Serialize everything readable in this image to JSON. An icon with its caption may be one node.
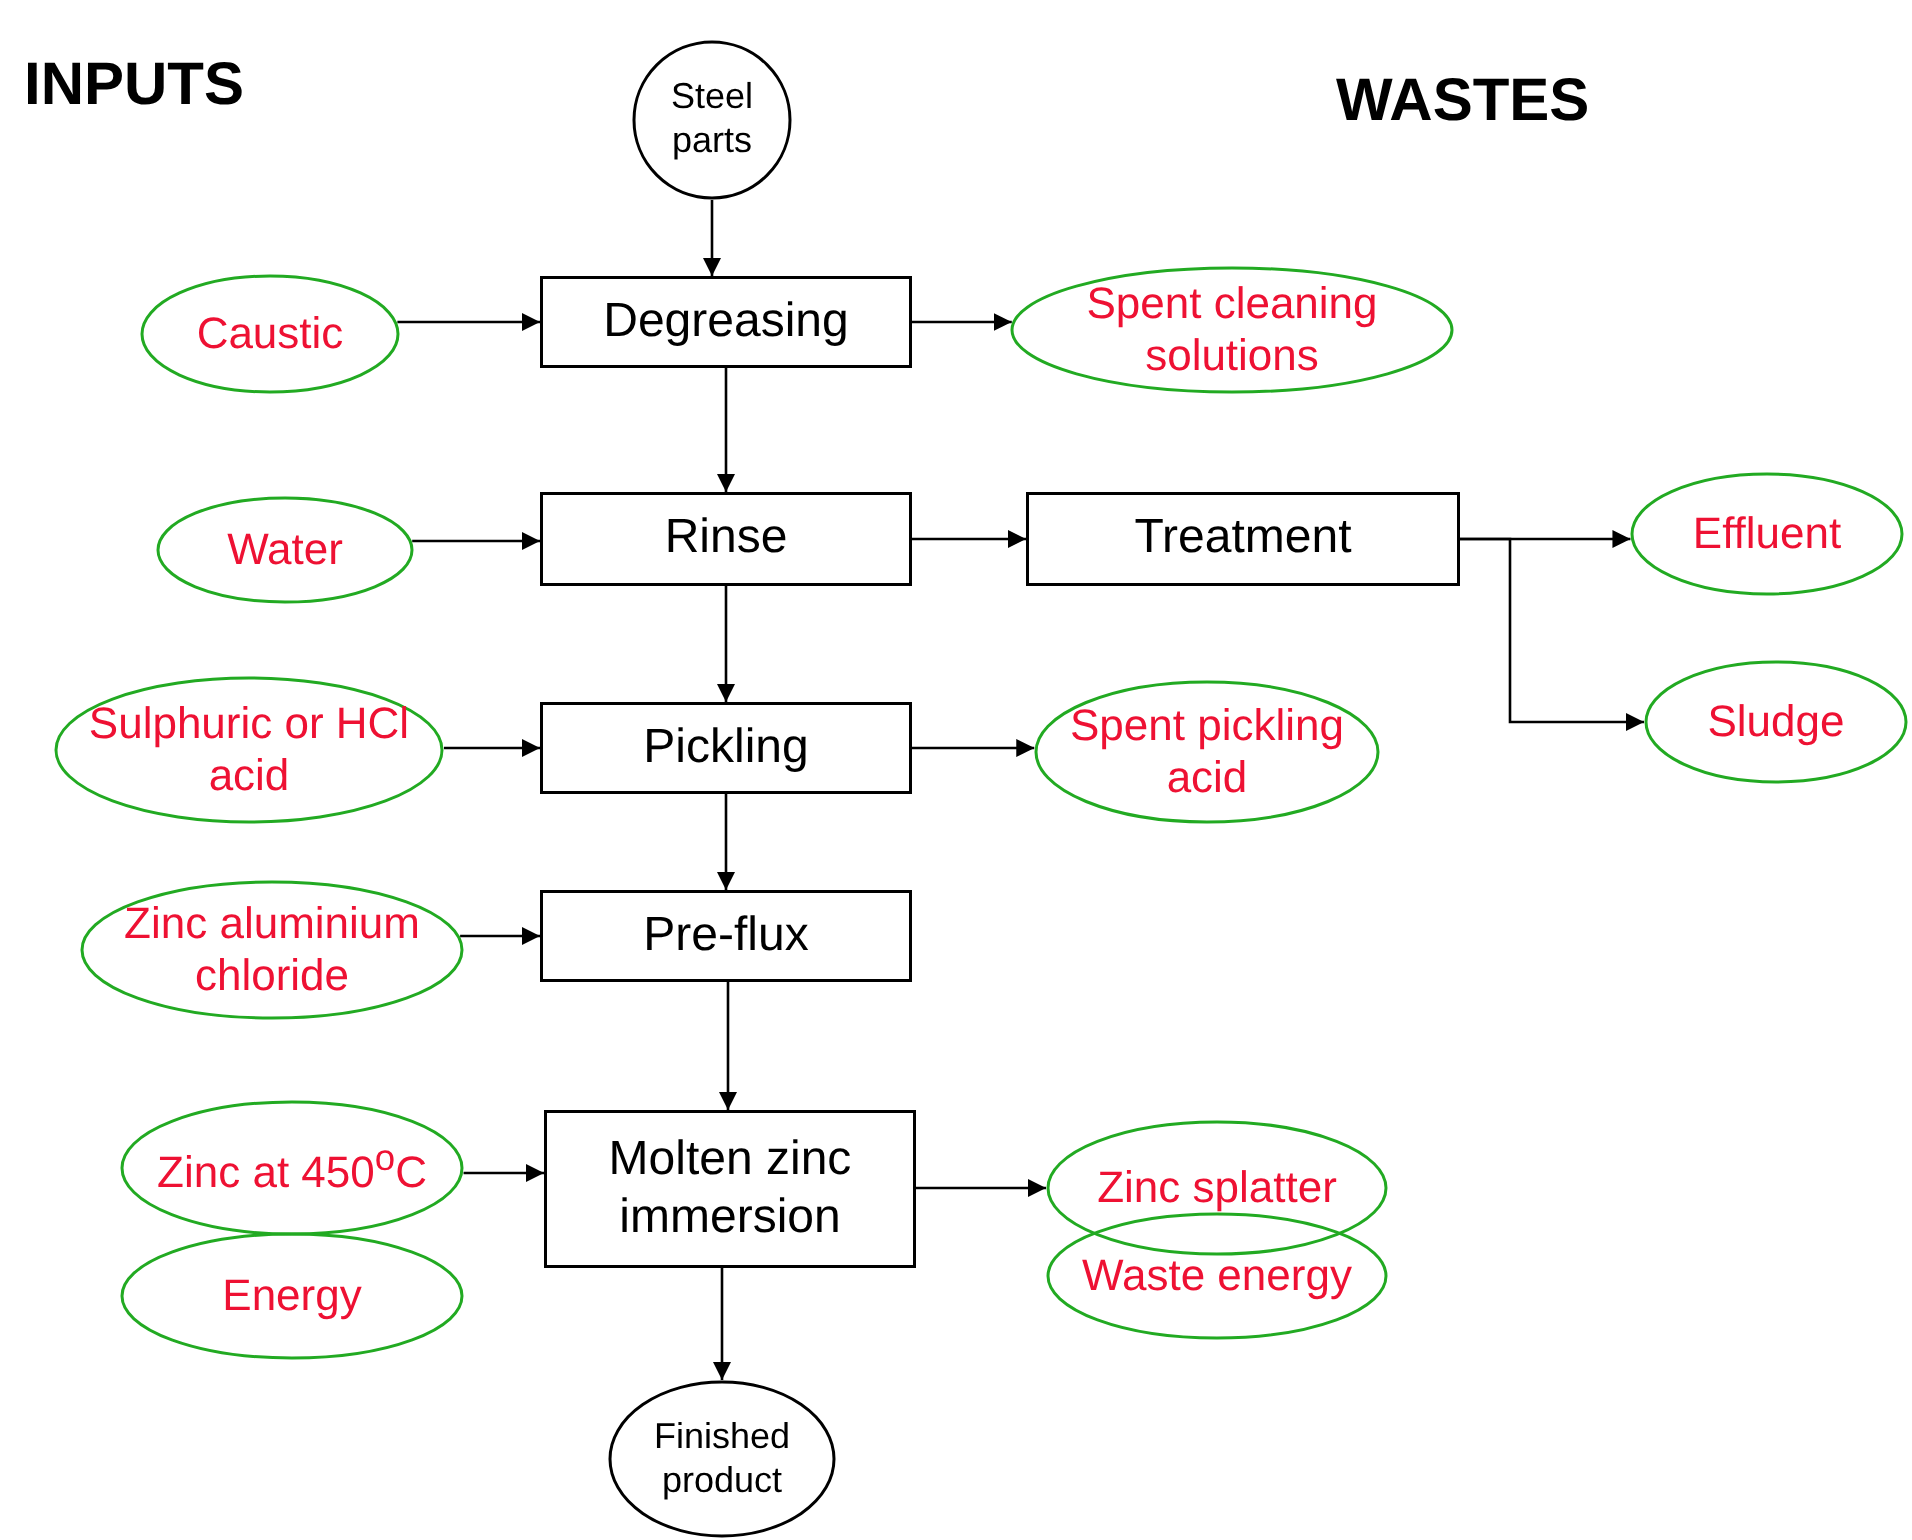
{
  "diagram": {
    "nodes": [
      {
        "text": [
          "Steel parts"
        ]
      },
      {
        "text": [
          "Caustic"
        ]
      },
      {
        "text": [
          "Degreasing"
        ]
      },
      {
        "text": [
          "Spent cleaning solutions"
        ]
      },
      {
        "text": [
          "Water"
        ]
      },
      {
        "text": [
          "Rinse"
        ]
      },
      {
        "text": [
          "Treatment"
        ]
      },
      {
        "text": [
          "Effluent"
        ]
      },
      {
        "text": [
          "Sludge"
        ]
      },
      {
        "text": [
          "Sulphuric or HCl acid"
        ]
      },
      {
        "text": [
          "Pickling"
        ]
      },
      {
        "text": [
          "Spent pickling acid"
        ]
      },
      {
        "text": [
          "Zinc aluminium chloride"
        ]
      },
      {
        "text": [
          "Pre-flux"
        ]
      },
      {
        "text": [
          "Zinc at 450$^{o}$C"
        ]
      },
      {
        "text": [
          "Energy"
        ]
      },
      {
        "text": [
          "Molten zinc immersion"
        ]
      },
      {
        "text": [
          "Zinc splatter"
        ]
      },
      {
        "text": [
          "Waste energy"
        ]
      },
      {
        "text": [
          "Finished product"
        ]
      }
    ],
    "edges": [
      {
        "from": 0,
        "to": 2,
        "arrow": "to"
      },
      {
        "from": 1,
        "to": 2,
        "arrow": "to"
      },
      {
        "from": 2,
        "to": 3,
        "arrow": "to"
      },
      {
        "from": 2,
        "to": 5,
        "arrow": "to"
      },
      {
        "from": 4,
        "to": 5,
        "arrow": "to"
      },
      {
        "from": 5,
        "to": 6,
        "arrow": "to"
      },
      {
        "from": 6,
        "to": 7,
        "arrow": "to"
      },
      {
        "from": 6,
        "to": 8,
        "arrow": "to"
      },
      {
        "from": 5,
        "to": 10,
        "arrow": "to"
      },
      {
        "from": 9,
        "to": 10,
        "arrow": "to"
      },
      {
        "from": 10,
        "to": 11,
        "arrow": "to"
      },
      {
        "from": 10,
        "to": 13,
        "arrow": "to"
      },
      {
        "from": 12,
        "to": 13,
        "arrow": "to"
      },
      {
        "from": 13,
        "to": 16,
        "arrow": "to"
      },
      {
        "from": 14,
        "to": 16,
        "arrow": "to"
      },
      {
        "from": 16,
        "to": 17,
        "arrow": "to"
      },
      {
        "from": 16,
        "to": 19,
        "arrow": "to"
      }
    ],
    "labels": [
      "INPUTS",
      "WASTES"
    ]
  }
}
